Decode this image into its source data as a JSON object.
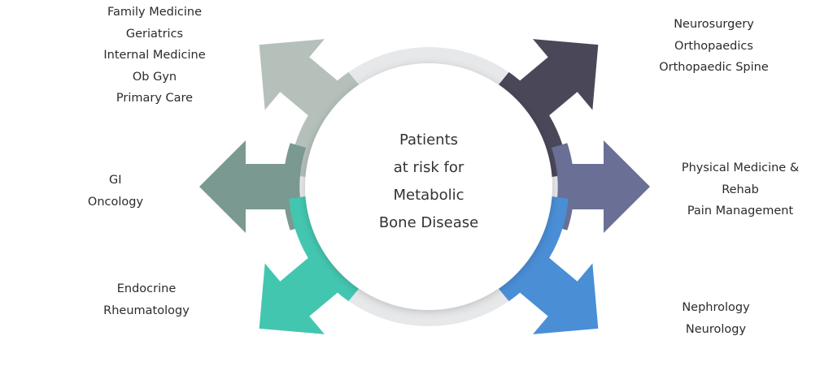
{
  "colors": {
    "top_left": "#b5c0ba",
    "left": "#7a9990",
    "bottom_left": "#43c6b0",
    "top_right": "#4a4759",
    "right": "#6a6f96",
    "bottom_right": "#4a8ed6",
    "ring": "#e7e8ea"
  },
  "center": {
    "lines": [
      "Patients",
      "at risk for",
      "Metabolic",
      "Bone Disease"
    ]
  },
  "groups": {
    "top_left": [
      "Family Medicine",
      "Geriatrics",
      "Internal Medicine",
      "Ob Gyn",
      "Primary Care"
    ],
    "left": [
      "GI",
      "Oncology"
    ],
    "bottom_left": [
      "Endocrine",
      "Rheumatology"
    ],
    "top_right": [
      "Neurosurgery",
      "Orthopaedics",
      "Orthopaedic Spine"
    ],
    "right": [
      "Physical Medicine &",
      "Rehab",
      "Pain Management"
    ],
    "bottom_right": [
      "Nephrology",
      "Neurology"
    ]
  }
}
